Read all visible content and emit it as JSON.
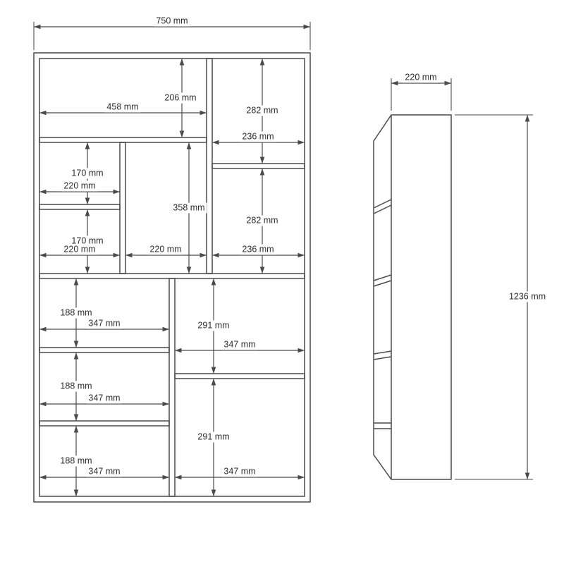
{
  "drawing": {
    "type": "furniture-dimension-diagram",
    "units": "mm",
    "line_color": "#4a4a4a",
    "background_color": "#ffffff",
    "front_view": {
      "overall_width": "750 mm",
      "dims": {
        "top_left_height": "206 mm",
        "top_left_width": "458 mm",
        "top_right_upper_height": "282 mm",
        "top_right_upper_width": "236 mm",
        "left_col_upper_height": "170 mm",
        "left_col_upper_width": "220 mm",
        "middle_col_height": "358 mm",
        "top_right_lower_height": "282 mm",
        "left_col_lower_height": "170 mm",
        "left_col_lower_width": "220 mm",
        "middle_col_width": "220 mm",
        "top_right_lower_width": "236 mm",
        "lower_left_row1_height": "188 mm",
        "lower_left_row1_width": "347 mm",
        "lower_right_row1_height": "291 mm",
        "lower_right_row1_width": "347 mm",
        "lower_left_row2_height": "188 mm",
        "lower_left_row2_width": "347 mm",
        "lower_left_row3_height": "188 mm",
        "lower_right_row2_height": "291 mm",
        "lower_left_row3_width": "347 mm",
        "lower_right_row2_width": "347 mm"
      }
    },
    "side_view": {
      "depth": "220 mm",
      "overall_height": "1236 mm"
    }
  }
}
